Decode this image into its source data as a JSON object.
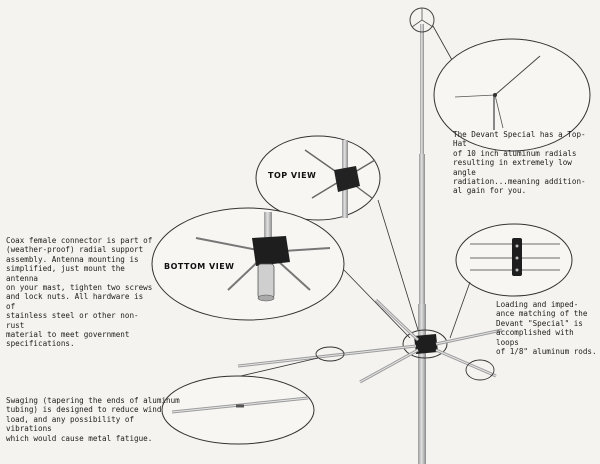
{
  "labels": {
    "top_view": "TOP VIEW",
    "bottom_view": "BOTTOM VIEW"
  },
  "captions": {
    "top_hat": [
      "The Devant Special has a Top-Hat",
      "of 10 inch aluminum radials",
      "resulting in extremely low angle",
      "radiation...meaning addition-",
      "al gain for you."
    ],
    "coax": [
      "Coax female connector is part of",
      "(weather-proof) radial support",
      "assembly. Antenna mounting is",
      "simplified, just mount the antenna",
      "on your mast, tighten two screws",
      "and lock nuts. All hardware is of",
      "stainless steel or other non-rust",
      "material to meet government",
      "specifications."
    ],
    "loading": [
      "Loading and imped-",
      "ance matching of the",
      "Devant \"Special\" is",
      "accomplished with loops",
      "of 1/8\" aluminum rods."
    ],
    "swaging": [
      "Swaging (tapering the ends of aluminum",
      "tubing) is designed to reduce wind",
      "load, and any possibility of vibrations",
      "which would cause metal fatigue."
    ]
  },
  "colors": {
    "paper": "#f4f3ef",
    "ink": "#1d1d1d",
    "metal": "#b9b9b9"
  }
}
